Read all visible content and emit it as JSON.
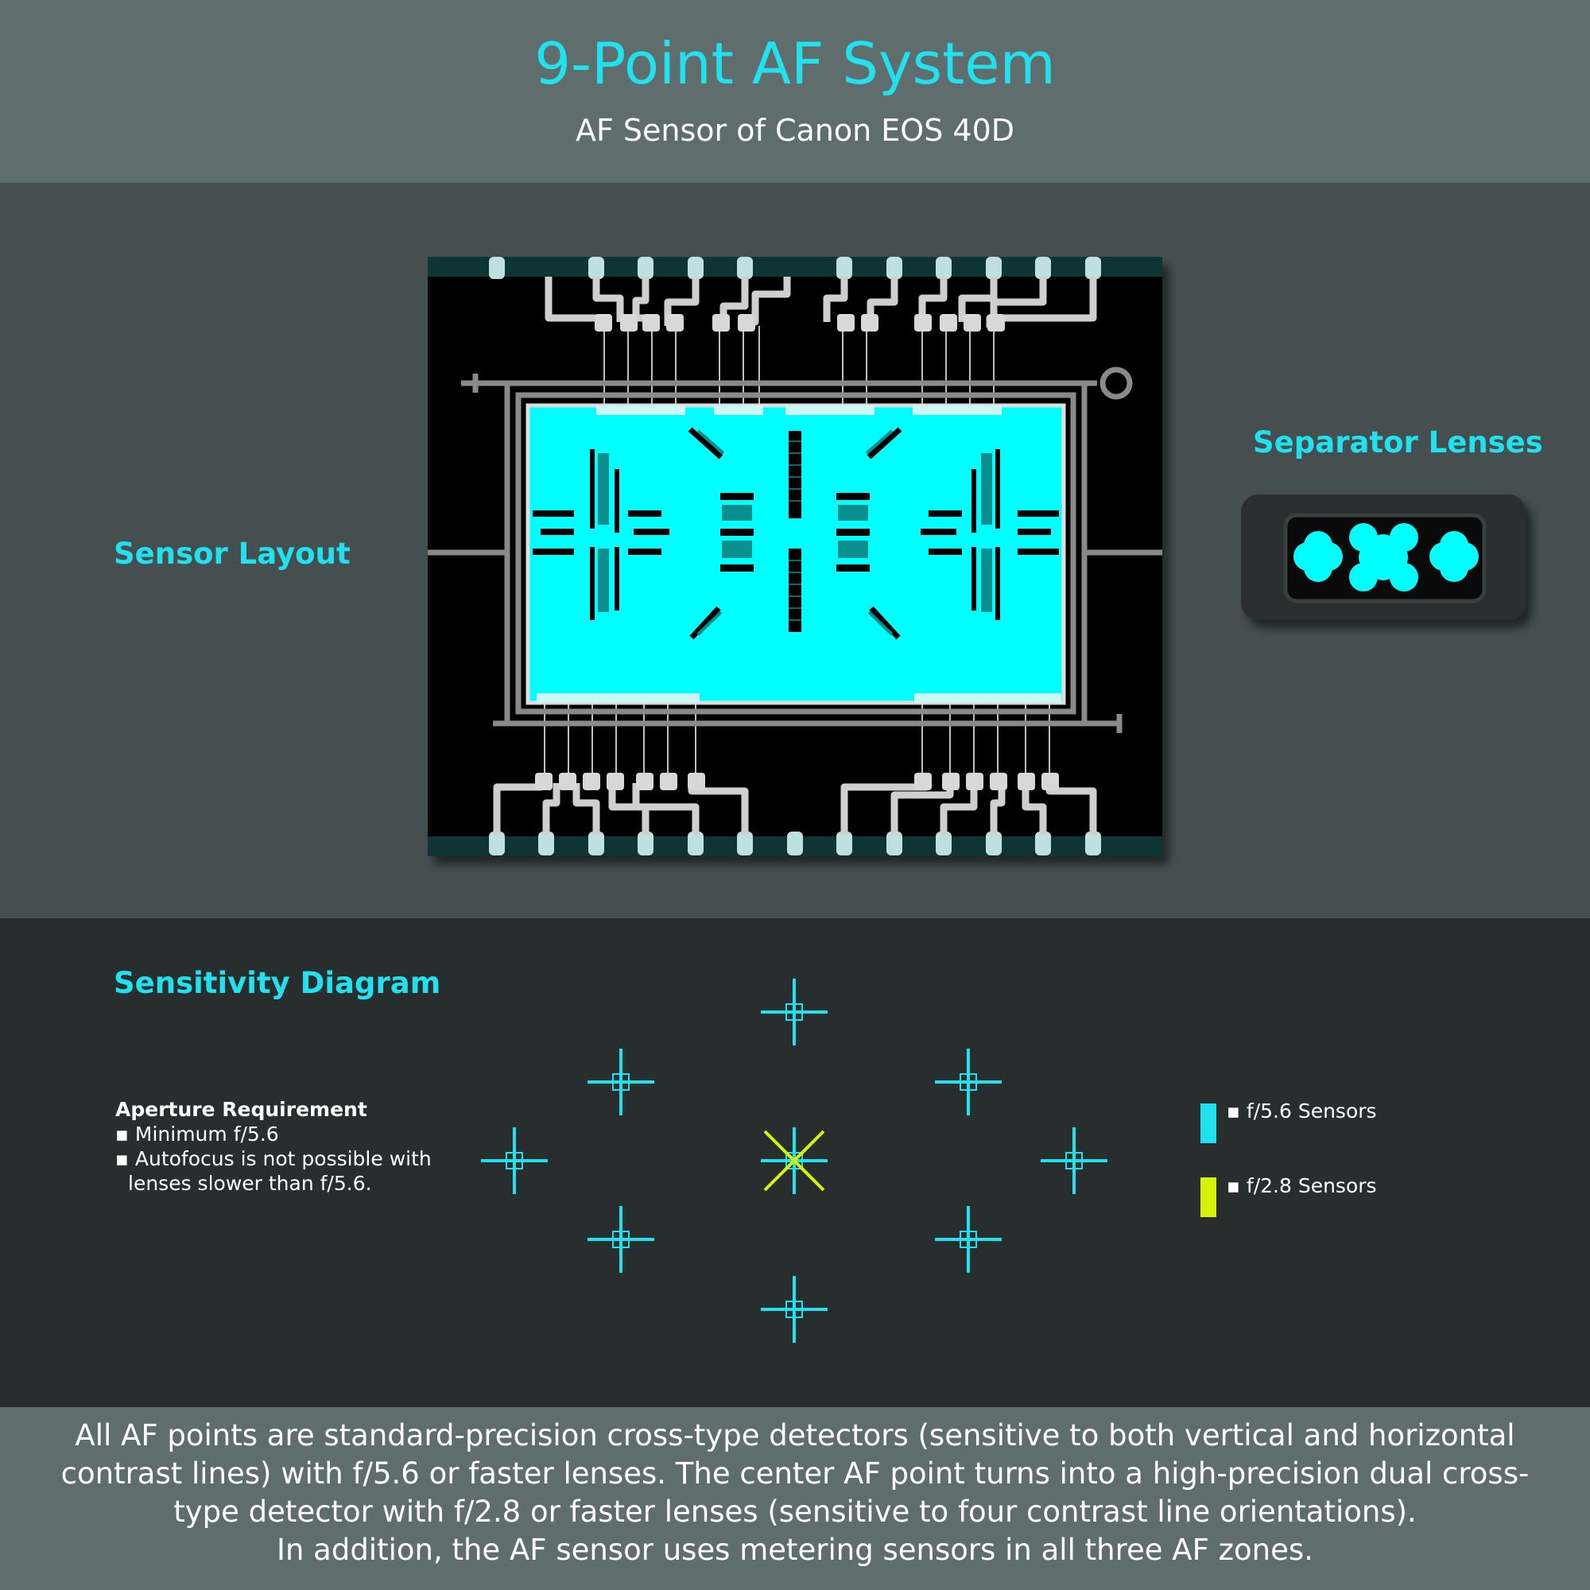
{
  "header": {
    "title": "9-Point AF System",
    "subtitle": "AF Sensor of Canon EOS 40D"
  },
  "sensor_section": {
    "label": "Sensor Layout"
  },
  "separator_section": {
    "label": "Separator Lenses"
  },
  "sensitivity_section": {
    "label": "Sensitivity Diagram",
    "aperture": {
      "heading": "Aperture Requirement",
      "line1": "▪ Minimum f/5.6",
      "line2": "▪ Autofocus is not possible with",
      "line3": "lenses slower than f/5.6."
    },
    "legend": [
      {
        "label": "▪ f/5.6 Sensors",
        "color": "#22e1ef"
      },
      {
        "label": "▪ f/2.8 Sensors",
        "color": "#d7f20a"
      }
    ]
  },
  "footer": {
    "line1": "All AF points are standard-precision cross-type detectors (sensitive to both vertical and horizontal",
    "line2": "contrast lines) with f/5.6 or faster lenses. The center AF point turns into a high-precision dual cross-",
    "line3": "type detector with f/2.8 or faster lenses (sensitive to four contrast line orientations).",
    "line4": "In addition, the AF sensor uses metering sensors in all three AF zones."
  },
  "colors": {
    "accent": "#22e1ef",
    "sensor_cyan": "#00ffff",
    "f28": "#d7f20a",
    "pcb": "#000000",
    "trace": "#d0d0d0"
  }
}
